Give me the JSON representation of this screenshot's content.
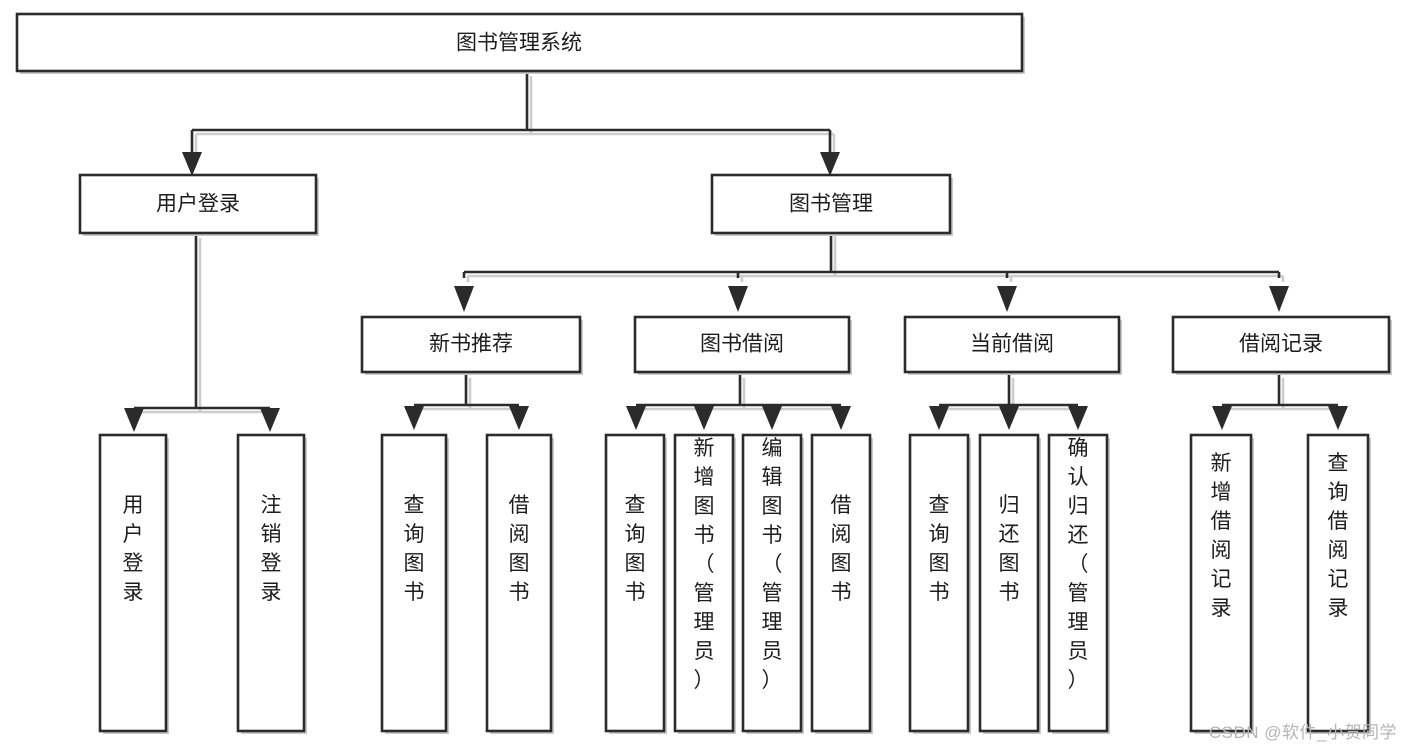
{
  "diagram": {
    "type": "hierarchy-tree",
    "title": "图书管理系统",
    "watermark": "CSDN @软件_小贺同学",
    "colors": {
      "border": "#2b2b2b",
      "fill": "#ffffff",
      "text": "#1d1d1d",
      "shadow": "#c9c9c9",
      "watermark": "#b5b5b5"
    },
    "nodes": {
      "root": {
        "label": "图书管理系统",
        "orientation": "horizontal",
        "level": 0
      },
      "user_login": {
        "label": "用户登录",
        "orientation": "horizontal",
        "level": 1
      },
      "book_manage": {
        "label": "图书管理",
        "orientation": "horizontal",
        "level": 1
      },
      "new_book_rec": {
        "label": "新书推荐",
        "orientation": "horizontal",
        "level": 2
      },
      "book_borrow": {
        "label": "图书借阅",
        "orientation": "horizontal",
        "level": 2
      },
      "current_borrow": {
        "label": "当前借阅",
        "orientation": "horizontal",
        "level": 2
      },
      "borrow_record": {
        "label": "借阅记录",
        "orientation": "horizontal",
        "level": 2
      },
      "leaf_user_login": {
        "label": "用户登录",
        "orientation": "vertical",
        "level": 2
      },
      "leaf_logout": {
        "label": "注销登录",
        "orientation": "vertical",
        "level": 2
      },
      "leaf_query_book_a": {
        "label": "查询图书",
        "orientation": "vertical",
        "level": 3
      },
      "leaf_borrow_book_a": {
        "label": "借阅图书",
        "orientation": "vertical",
        "level": 3
      },
      "leaf_query_book_b": {
        "label": "查询图书",
        "orientation": "vertical",
        "level": 3
      },
      "leaf_add_book": {
        "label": "新增图书（管理员）",
        "orientation": "vertical",
        "level": 3
      },
      "leaf_edit_book": {
        "label": "编辑图书（管理员）",
        "orientation": "vertical",
        "level": 3
      },
      "leaf_borrow_book_b": {
        "label": "借阅图书",
        "orientation": "vertical",
        "level": 3
      },
      "leaf_query_book_c": {
        "label": "查询图书",
        "orientation": "vertical",
        "level": 3
      },
      "leaf_return_book": {
        "label": "归还图书",
        "orientation": "vertical",
        "level": 3
      },
      "leaf_confirm_return": {
        "label": "确认归还（管理员）",
        "orientation": "vertical",
        "level": 3
      },
      "leaf_add_record": {
        "label": "新增借阅记录",
        "orientation": "vertical",
        "level": 3
      },
      "leaf_query_record": {
        "label": "查询借阅记录",
        "orientation": "vertical",
        "level": 3
      }
    },
    "edges": [
      {
        "from": "root",
        "to": "user_login"
      },
      {
        "from": "root",
        "to": "book_manage"
      },
      {
        "from": "user_login",
        "to": "leaf_user_login"
      },
      {
        "from": "user_login",
        "to": "leaf_logout"
      },
      {
        "from": "book_manage",
        "to": "new_book_rec"
      },
      {
        "from": "book_manage",
        "to": "book_borrow"
      },
      {
        "from": "book_manage",
        "to": "current_borrow"
      },
      {
        "from": "book_manage",
        "to": "borrow_record"
      },
      {
        "from": "new_book_rec",
        "to": "leaf_query_book_a"
      },
      {
        "from": "new_book_rec",
        "to": "leaf_borrow_book_a"
      },
      {
        "from": "book_borrow",
        "to": "leaf_query_book_b"
      },
      {
        "from": "book_borrow",
        "to": "leaf_add_book"
      },
      {
        "from": "book_borrow",
        "to": "leaf_edit_book"
      },
      {
        "from": "book_borrow",
        "to": "leaf_borrow_book_b"
      },
      {
        "from": "current_borrow",
        "to": "leaf_query_book_c"
      },
      {
        "from": "current_borrow",
        "to": "leaf_return_book"
      },
      {
        "from": "current_borrow",
        "to": "leaf_confirm_return"
      },
      {
        "from": "borrow_record",
        "to": "leaf_add_record"
      },
      {
        "from": "borrow_record",
        "to": "leaf_query_record"
      }
    ]
  }
}
